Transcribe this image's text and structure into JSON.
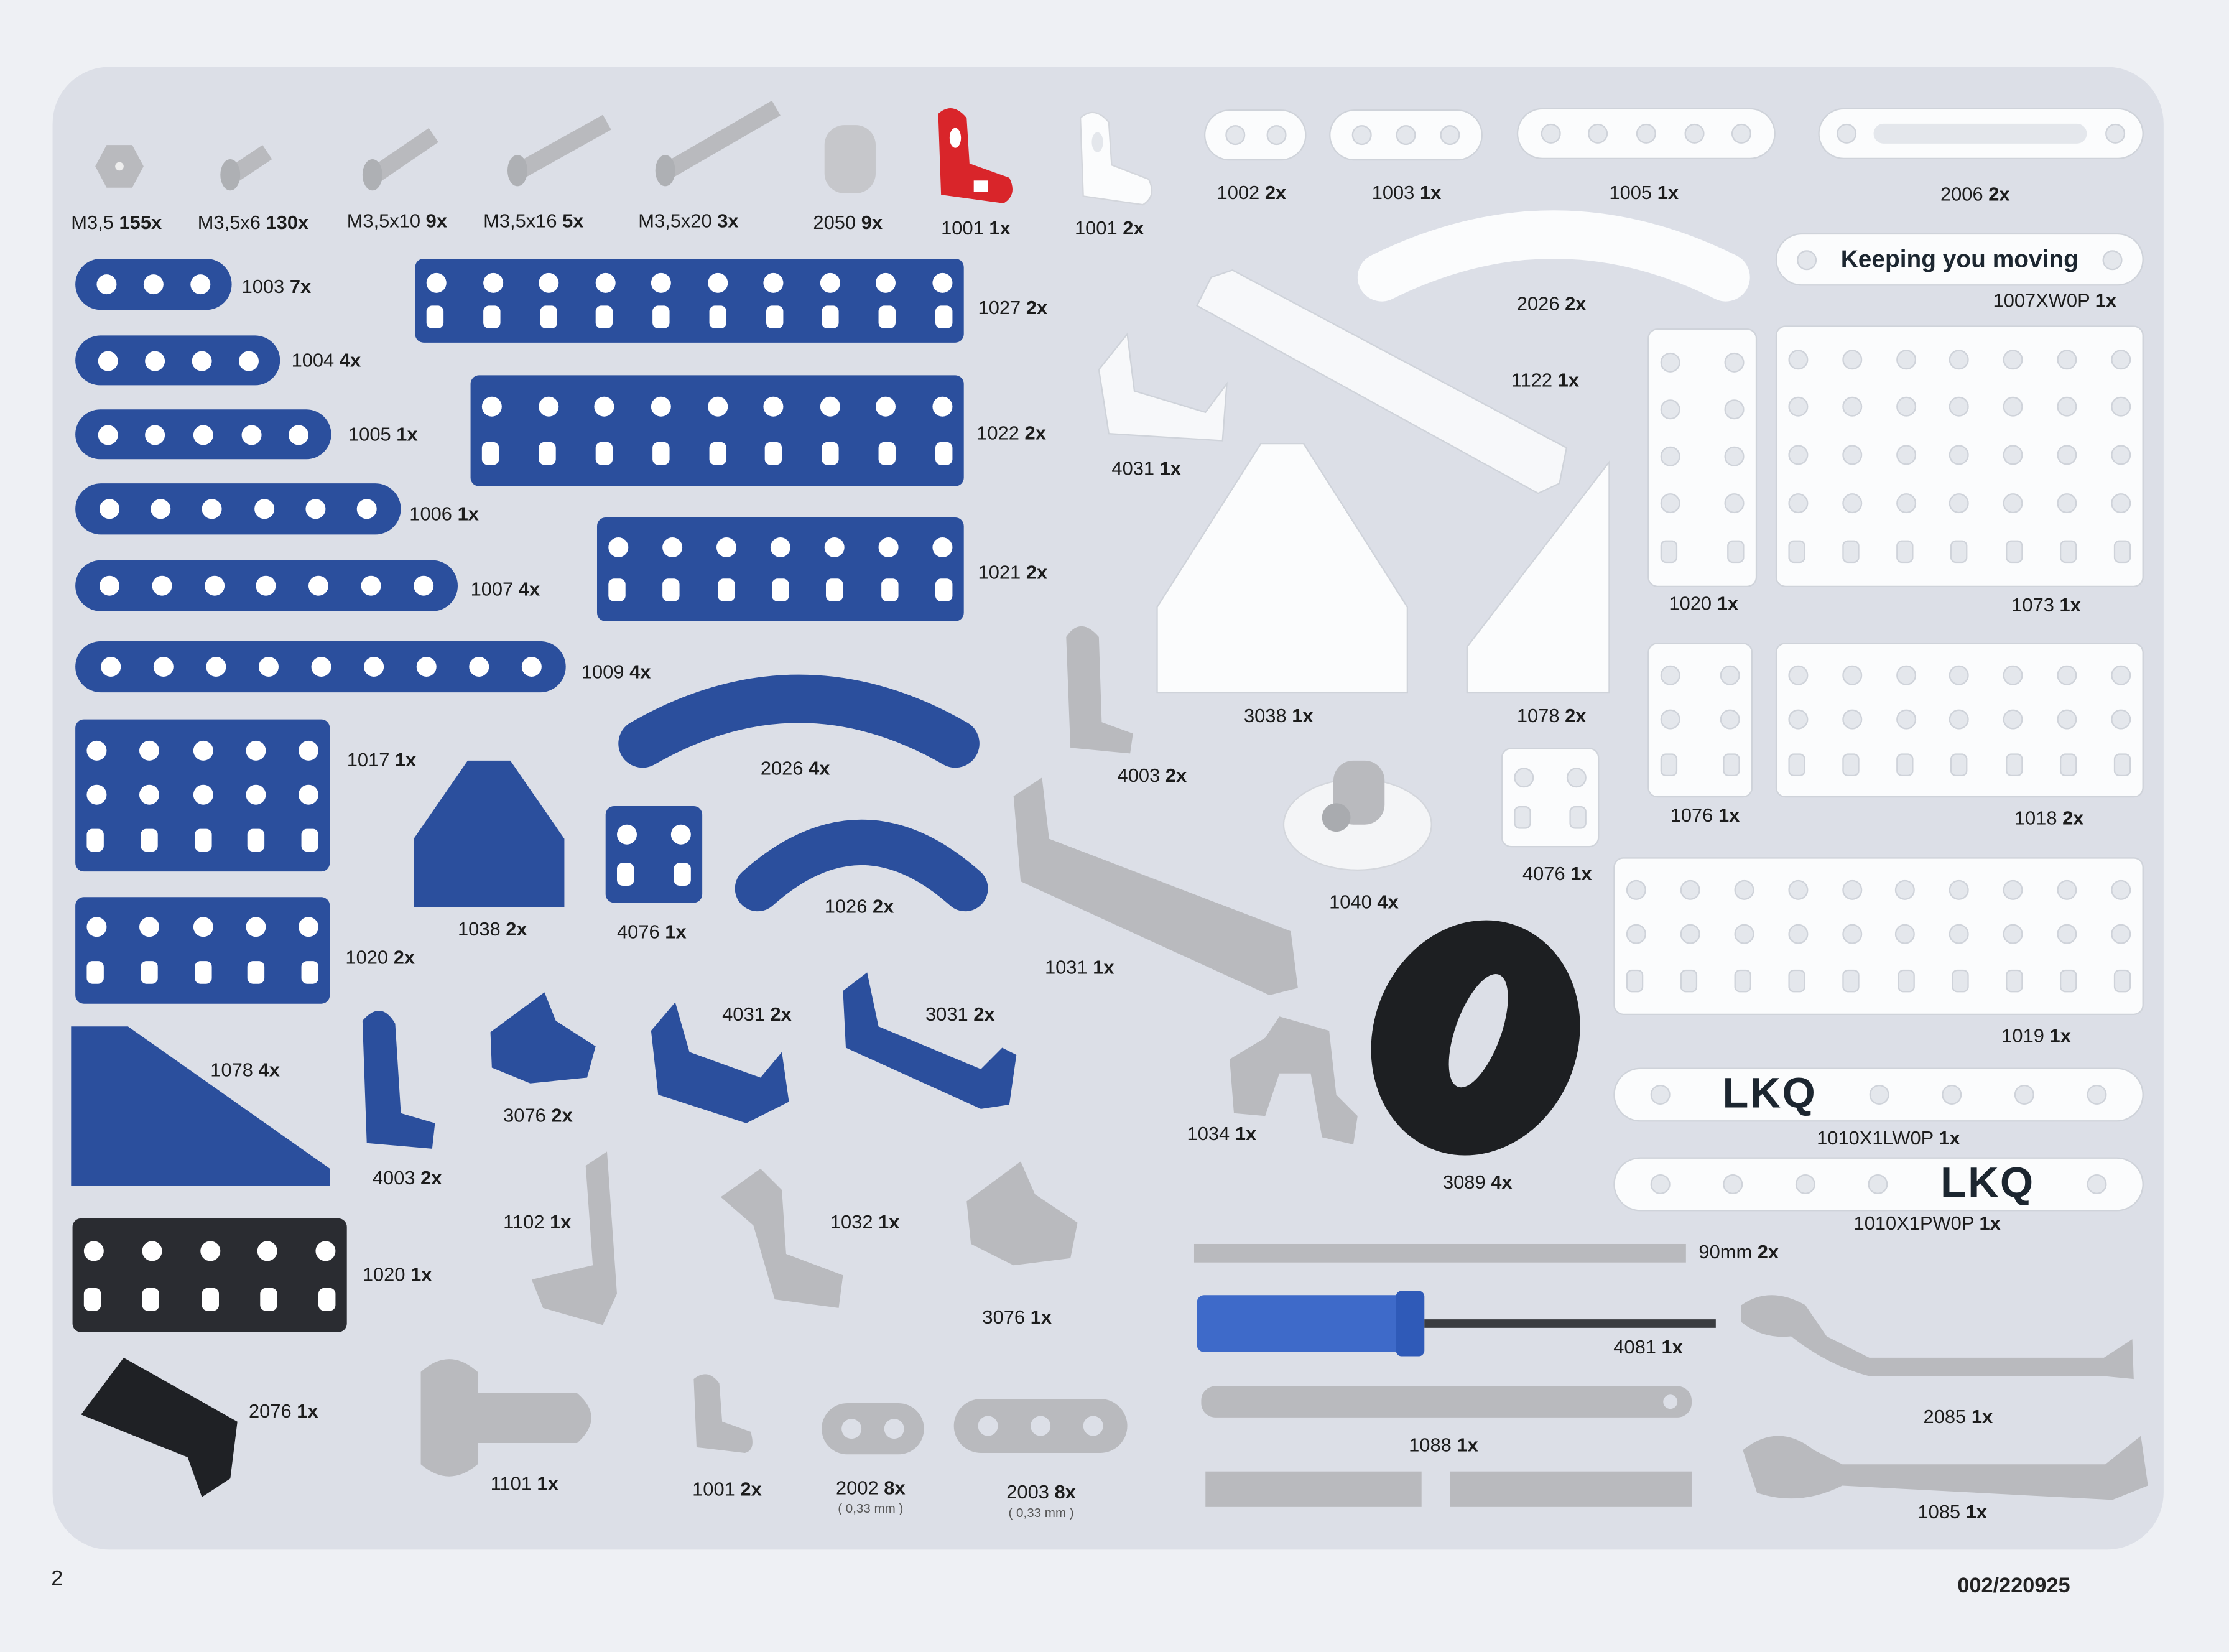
{
  "parts": [
    {
      "code": "M3,5",
      "qty": "155x"
    },
    {
      "code": "M3,5x6",
      "qty": "130x"
    },
    {
      "code": "M3,5x10",
      "qty": "9x"
    },
    {
      "code": "M3,5x16",
      "qty": "5x"
    },
    {
      "code": "M3,5x20",
      "qty": "3x"
    },
    {
      "code": "2050",
      "qty": "9x"
    },
    {
      "code": "1001",
      "qty": "1x"
    },
    {
      "code": "1001",
      "qty": "2x"
    },
    {
      "code": "1002",
      "qty": "2x"
    },
    {
      "code": "1003",
      "qty": "1x"
    },
    {
      "code": "1005",
      "qty": "1x"
    },
    {
      "code": "2006",
      "qty": "2x"
    },
    {
      "code": "1007XW0P",
      "qty": "1x"
    },
    {
      "code": "2026",
      "qty": "2x"
    },
    {
      "code": "1122",
      "qty": "1x"
    },
    {
      "code": "4031",
      "qty": "1x"
    },
    {
      "code": "3038",
      "qty": "1x"
    },
    {
      "code": "1078",
      "qty": "2x"
    },
    {
      "code": "1020",
      "qty": "1x"
    },
    {
      "code": "1073",
      "qty": "1x"
    },
    {
      "code": "4003",
      "qty": "2x"
    },
    {
      "code": "1040",
      "qty": "4x"
    },
    {
      "code": "4076",
      "qty": "1x"
    },
    {
      "code": "1076",
      "qty": "1x"
    },
    {
      "code": "1018",
      "qty": "2x"
    },
    {
      "code": "1019",
      "qty": "1x"
    },
    {
      "code": "1031",
      "qty": "1x"
    },
    {
      "code": "1034",
      "qty": "1x"
    },
    {
      "code": "3089",
      "qty": "4x"
    },
    {
      "code": "1010X1LW0P",
      "qty": "1x"
    },
    {
      "code": "1010X1PW0P",
      "qty": "1x"
    },
    {
      "code": "90mm",
      "qty": "2x"
    },
    {
      "code": "4081",
      "qty": "1x"
    },
    {
      "code": "2085",
      "qty": "1x"
    },
    {
      "code": "1088",
      "qty": "1x"
    },
    {
      "code": "1085",
      "qty": "1x"
    },
    {
      "code": "2076",
      "qty": "1x"
    },
    {
      "code": "1101",
      "qty": "1x"
    },
    {
      "code": "1001",
      "qty": "2x"
    },
    {
      "code": "2002",
      "qty": "8x",
      "note": "( 0,33 mm )"
    },
    {
      "code": "2003",
      "qty": "8x",
      "note": "( 0,33 mm )"
    },
    {
      "code": "3076",
      "qty": "1x"
    },
    {
      "code": "1032",
      "qty": "1x"
    },
    {
      "code": "1102",
      "qty": "1x"
    },
    {
      "code": "1003",
      "qty": "7x"
    },
    {
      "code": "1004",
      "qty": "4x"
    },
    {
      "code": "1005",
      "qty": "1x"
    },
    {
      "code": "1006",
      "qty": "1x"
    },
    {
      "code": "1007",
      "qty": "4x"
    },
    {
      "code": "1009",
      "qty": "4x"
    },
    {
      "code": "1027",
      "qty": "2x"
    },
    {
      "code": "1022",
      "qty": "2x"
    },
    {
      "code": "1021",
      "qty": "2x"
    },
    {
      "code": "1017",
      "qty": "1x"
    },
    {
      "code": "2026",
      "qty": "4x"
    },
    {
      "code": "1038",
      "qty": "2x"
    },
    {
      "code": "4076",
      "qty": "1x"
    },
    {
      "code": "1026",
      "qty": "2x"
    },
    {
      "code": "1020",
      "qty": "2x"
    },
    {
      "code": "1078",
      "qty": "4x"
    },
    {
      "code": "4003",
      "qty": "2x"
    },
    {
      "code": "3076",
      "qty": "2x"
    },
    {
      "code": "4031",
      "qty": "2x"
    },
    {
      "code": "3031",
      "qty": "2x"
    },
    {
      "code": "1020",
      "qty": "1x"
    }
  ],
  "strip_texts": {
    "keeping": "Keeping you moving",
    "lkq1": "LKQ",
    "lkq2": "LKQ"
  },
  "footer": {
    "page": "2",
    "doc": "002/220925"
  },
  "colors": {
    "blue": "#2b4f9d",
    "white": "#fbfcfd",
    "grey": "#b9babe",
    "black": "#2a2c31",
    "red": "#d9252a",
    "panel": "#dcdfe7"
  }
}
